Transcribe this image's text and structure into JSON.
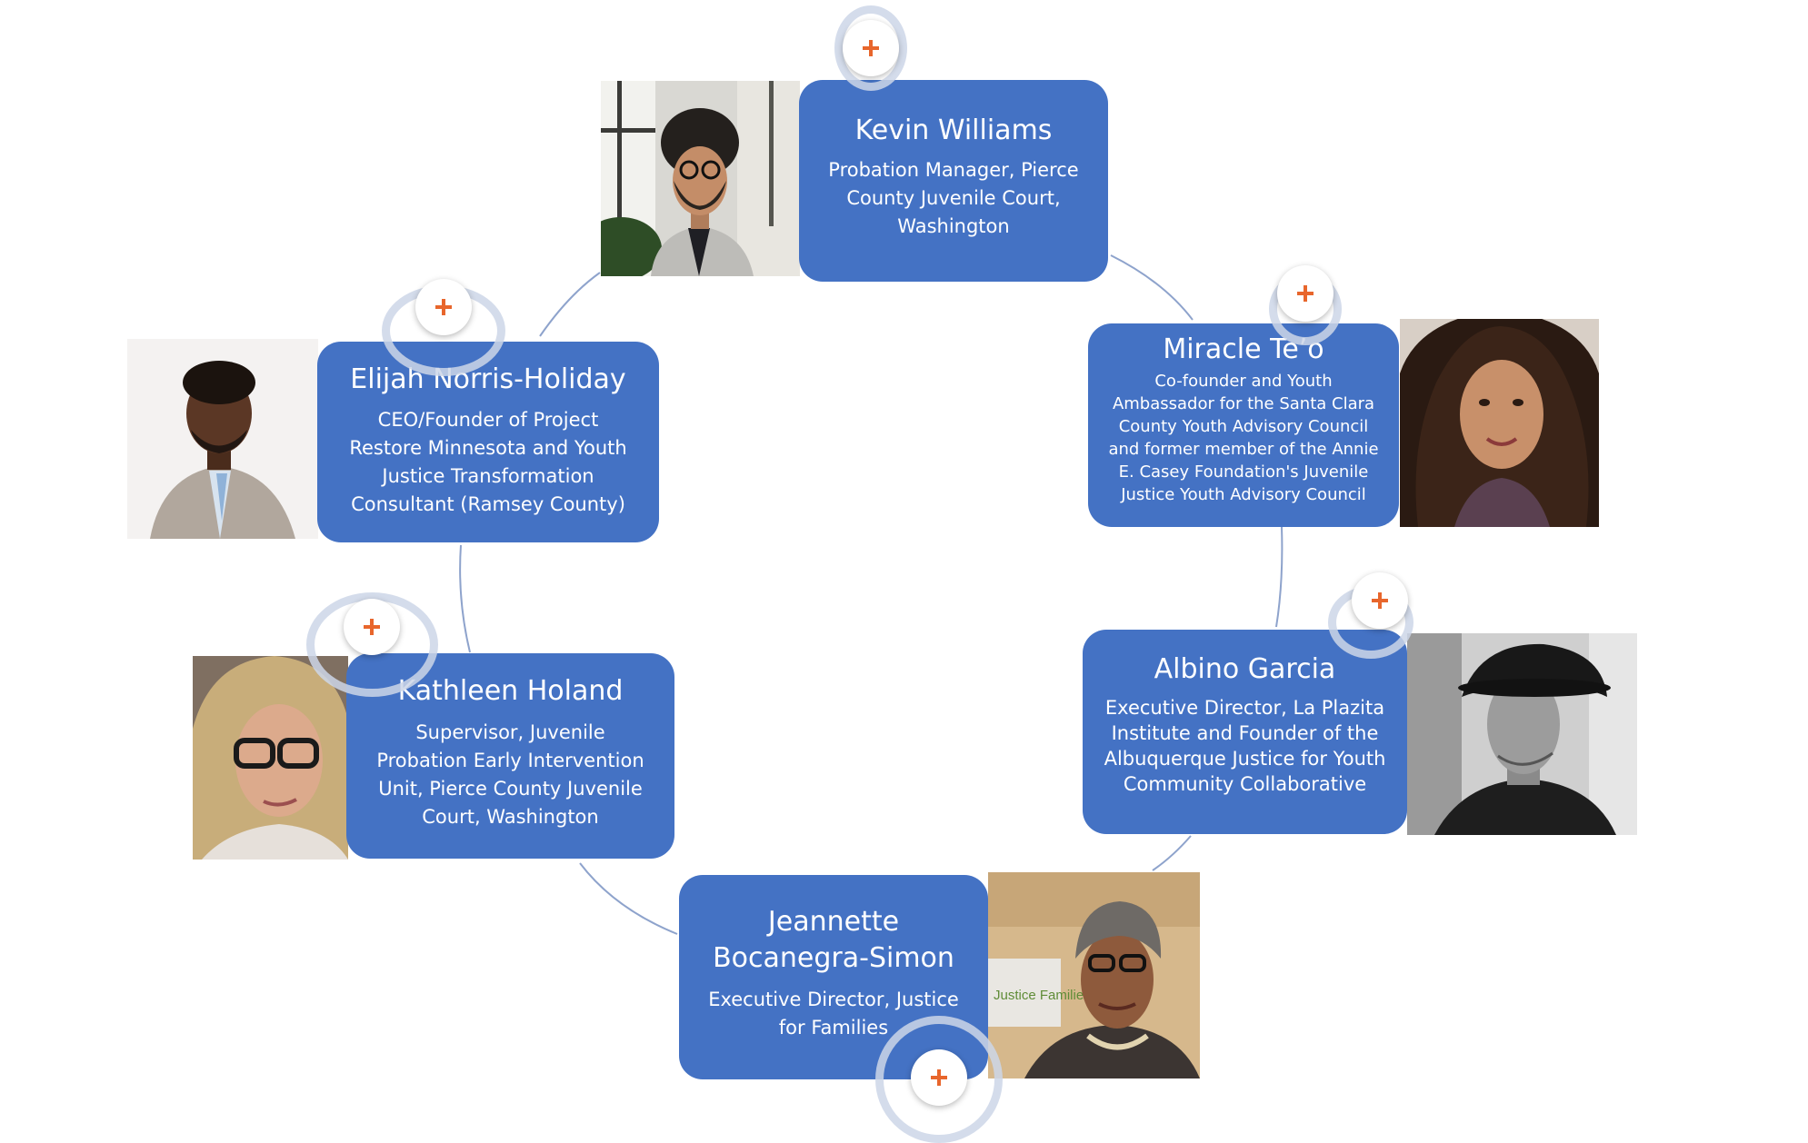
{
  "people": [
    {
      "id": "kevin-williams",
      "name": "Kevin Williams",
      "role": "Probation Manager, Pierce\nCounty Juvenile Court,\nWashington"
    },
    {
      "id": "miracle-teo",
      "name": "Miracle Te’o",
      "role": "Co-founder and Youth\nAmbassador for the Santa Clara\nCounty Youth Advisory Council\nand former member of the Annie\nE. Casey Foundation's Juvenile\nJustice Youth Advisory Council"
    },
    {
      "id": "albino-garcia",
      "name": "Albino Garcia",
      "role": "Executive Director, La Plazita\nInstitute and Founder of the\nAlbuquerque Justice for Youth\nCommunity Collaborative"
    },
    {
      "id": "jeannette-bocanegra-simon",
      "name": "Jeannette\nBocanegra-Simon",
      "role": "Executive Director, Justice\nfor Families"
    },
    {
      "id": "kathleen-holand",
      "name": "Kathleen Holand",
      "role": "Supervisor, Juvenile\nProbation Early Intervention\nUnit, Pierce County Juvenile\nCourt, Washington"
    },
    {
      "id": "elijah-norris-holiday",
      "name": "Elijah Norris-Holiday",
      "role": "CEO/Founder of Project\nRestore Minnesota and Youth\nJustice Transformation\nConsultant (Ramsey County)"
    }
  ],
  "photo_sign_text": "Justice Families",
  "colors": {
    "card": "#4472c4",
    "card_text": "#ffffff",
    "connector": "#8ea3cc",
    "plus": "#e8662c",
    "ring": "#cdd6e8"
  },
  "icons": {
    "expand": "plus-icon",
    "photo": "person-photo"
  }
}
